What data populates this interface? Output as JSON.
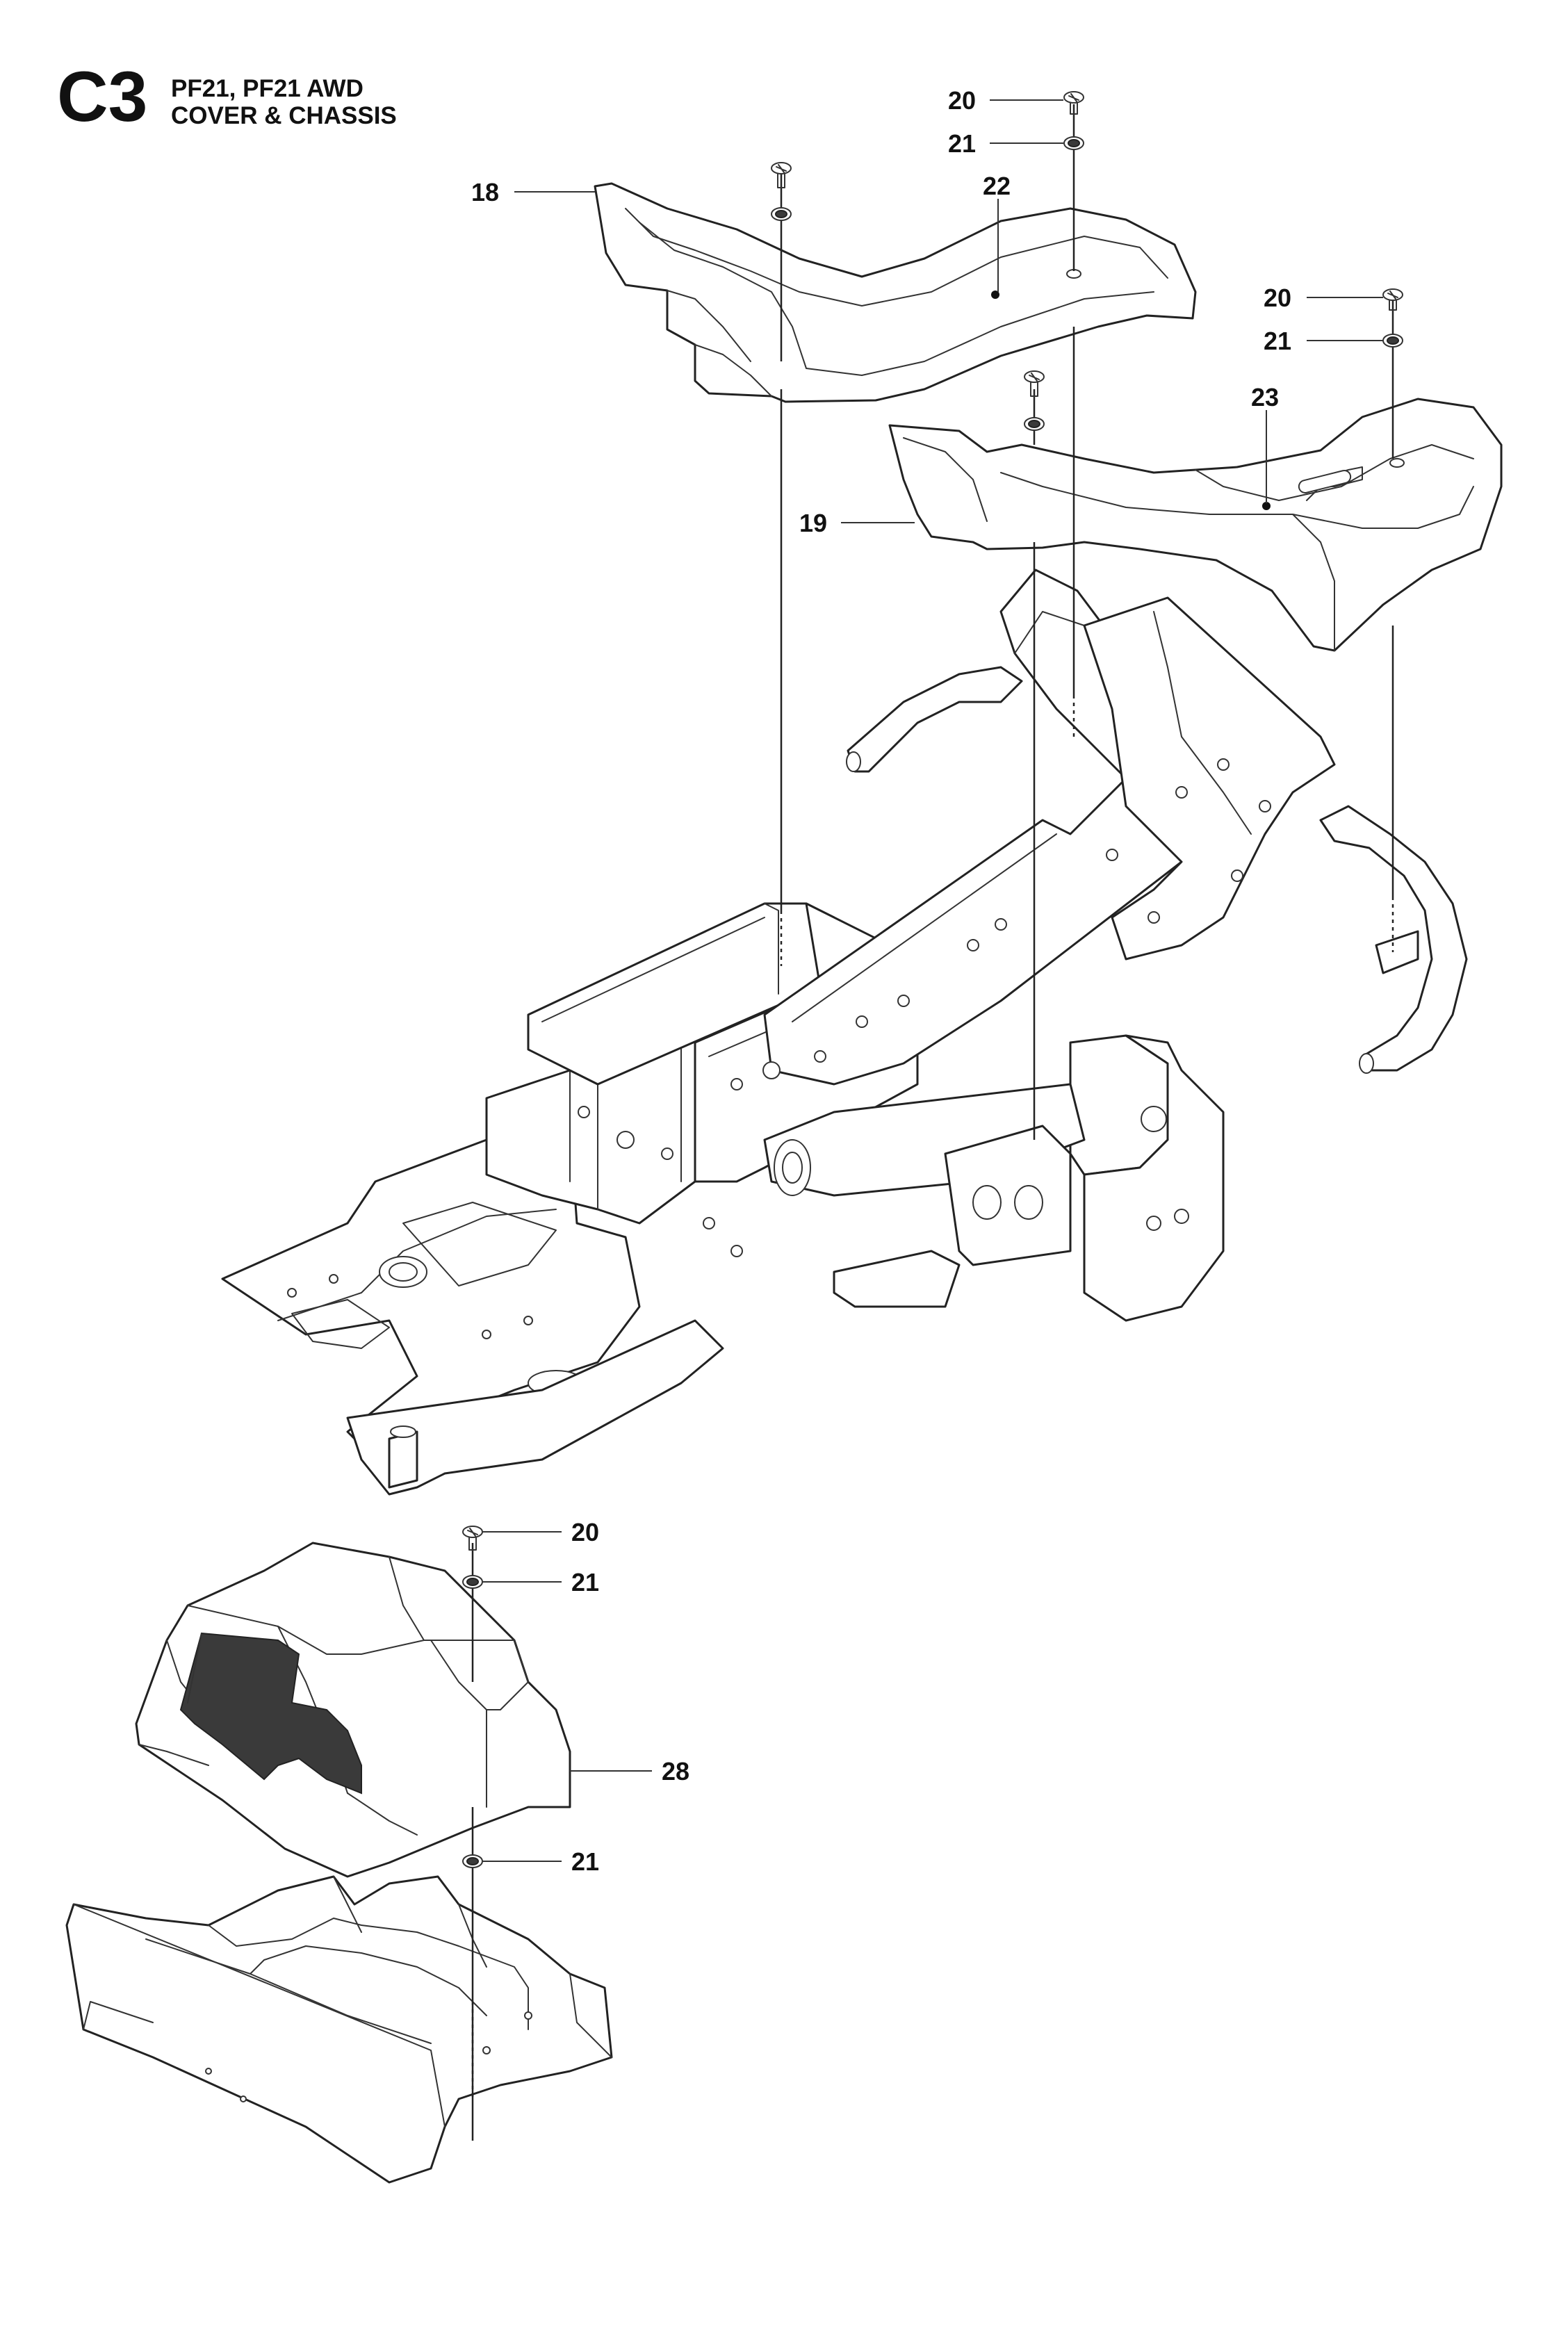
{
  "sheet": {
    "code": "C3",
    "title_line1": "PF21, PF21 AWD",
    "title_line2": "COVER & CHASSIS"
  },
  "callouts": {
    "c18": "18",
    "c19": "19",
    "c20_top": "20",
    "c21_top": "21",
    "c22": "22",
    "c20_right": "20",
    "c21_right": "21",
    "c23": "23",
    "c20_hood": "20",
    "c21_hood": "21",
    "c28": "28",
    "c21_lower": "21"
  }
}
